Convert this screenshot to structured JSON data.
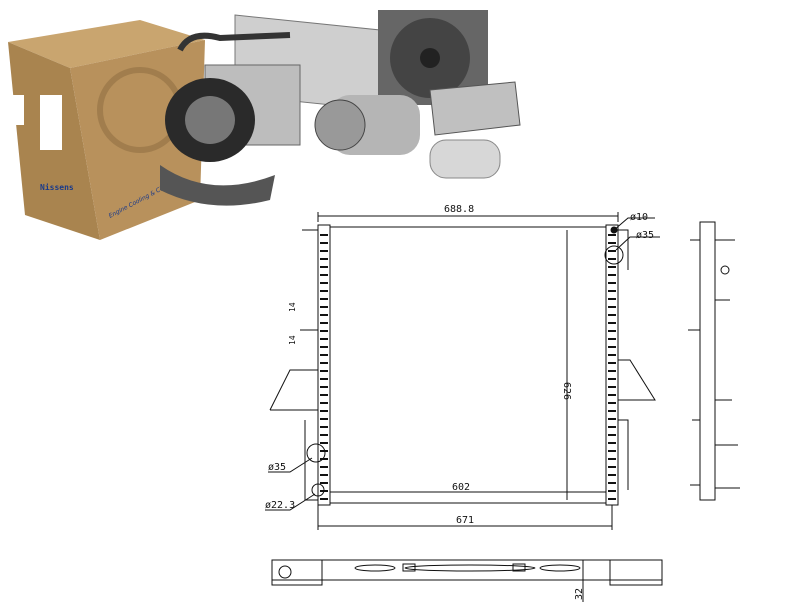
{
  "product_photo": {
    "box_brand": "Nissens",
    "box_slogan": "Engine Cooling & Climate",
    "items": [
      "cardboard-box",
      "blower-motor",
      "evaporator",
      "condenser",
      "fan",
      "ac-compressor",
      "heater-core",
      "receiver-drier"
    ]
  },
  "drawing": {
    "dim_top_width": "688.8",
    "dim_core_width": "602",
    "dim_bottom_width": "671",
    "dim_height": "626",
    "dim_depth": "32",
    "hole_top_right_small": "ø10",
    "hole_top_right_large": "ø35",
    "hole_left_outlet": "ø35",
    "hole_left_small": "ø22.3",
    "side_label_1": "14",
    "side_label_2": "14"
  },
  "colors": {
    "box": "#b8915c",
    "line": "#111111",
    "metal": "#9a9a9a"
  }
}
